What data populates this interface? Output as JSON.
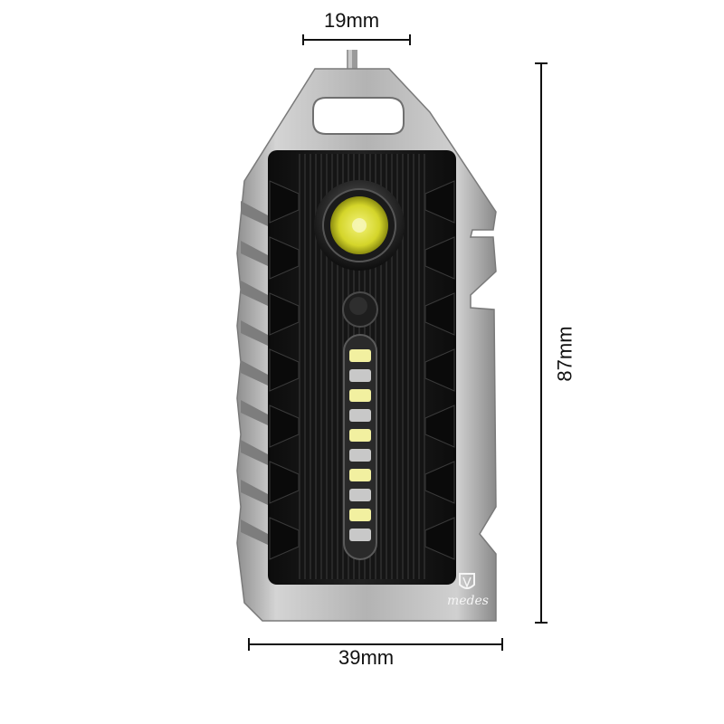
{
  "product": {
    "description": "Keychain flashlight multitool with COB side light",
    "brand_mark": "medes"
  },
  "dimensions": {
    "top_width": "19mm",
    "total_width": "39mm",
    "height": "87mm"
  },
  "colors": {
    "background": "#ffffff",
    "steel": "#a9a9a9",
    "steel_highlight": "#d6d6d6",
    "body_black": "#141414",
    "lens_yellow": "#d8dc2a",
    "led_yellow": "#f2f0a0",
    "dimension_line": "#111111"
  }
}
